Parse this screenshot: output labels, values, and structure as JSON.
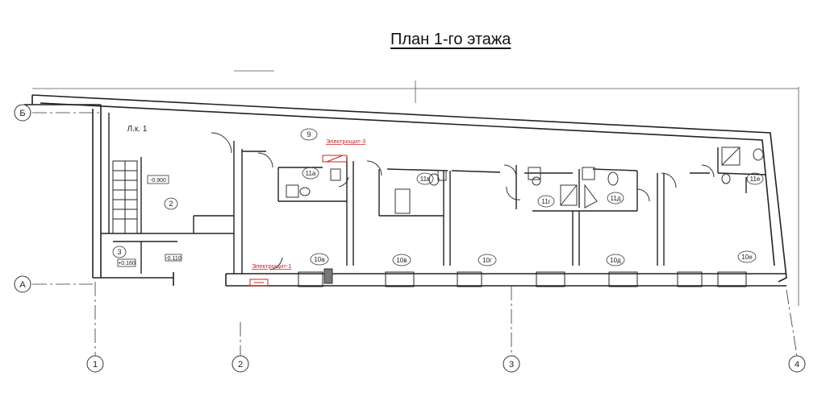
{
  "title": "План 1-го этажа",
  "axes": {
    "letters": [
      {
        "label": "Б"
      },
      {
        "label": "А"
      }
    ],
    "numbers": [
      {
        "label": "1"
      },
      {
        "label": "2"
      },
      {
        "label": "3"
      },
      {
        "label": "4"
      }
    ]
  },
  "rooms": {
    "stair": "Л.к. 1",
    "r2": "2",
    "r3": "3",
    "r9": "9",
    "r11a": "11а",
    "r11b": "11в",
    "r11g": "11г",
    "r11d": "11д",
    "r11e": "11е",
    "r10a": "10а",
    "r10b": "10в",
    "r10g": "10г",
    "r10d": "10д",
    "r10e": "10е"
  },
  "labels": {
    "elec3": "Электрощит-3",
    "elec1": "Электрощит-1",
    "level_stair": "-0.900",
    "level_room3": "+0.160",
    "level_small": "-0.110"
  },
  "colors": {
    "line": "#222222",
    "marker": "#cc2222"
  }
}
